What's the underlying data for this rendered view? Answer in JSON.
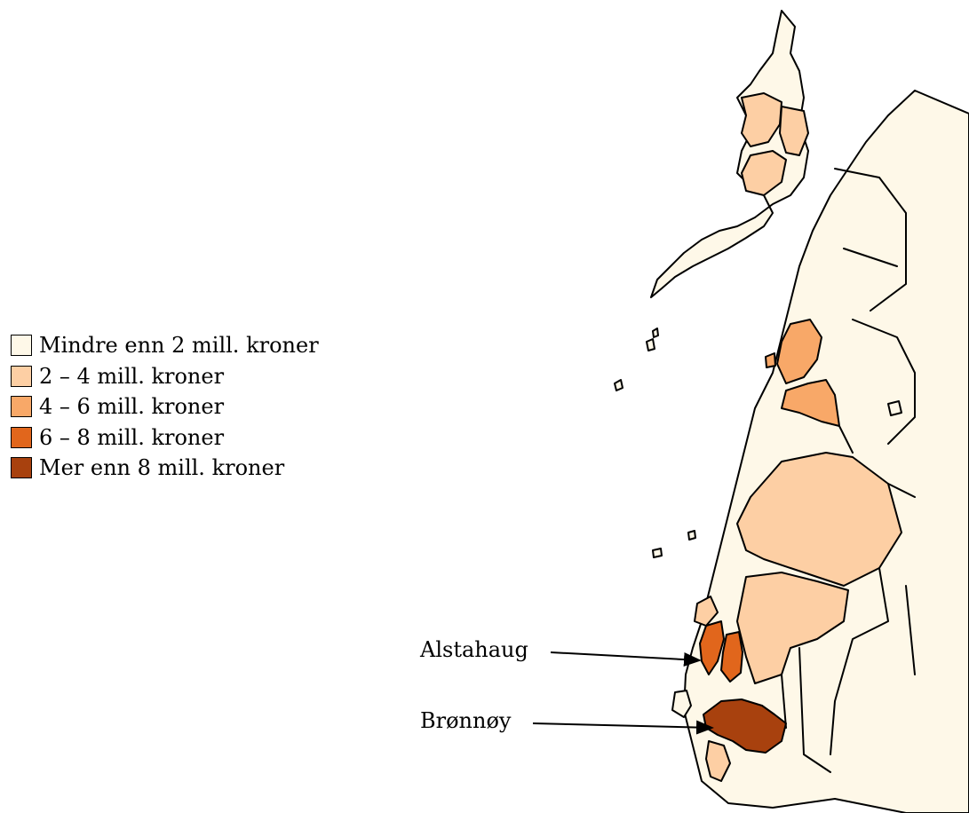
{
  "legend": {
    "items": [
      {
        "label": "Mindre enn 2 mill. kroner",
        "color": "#fef8e8"
      },
      {
        "label": "2 – 4 mill. kroner",
        "color": "#fdcfa4"
      },
      {
        "label": "4 – 6 mill. kroner",
        "color": "#f8a868"
      },
      {
        "label": "6 – 8 mill. kroner",
        "color": "#e1661c"
      },
      {
        "label": "Mer enn 8 mill. kroner",
        "color": "#a8410e"
      }
    ]
  },
  "annotations": {
    "alstahaug": "Alstahaug",
    "bronnoy": "Brønnøy"
  }
}
